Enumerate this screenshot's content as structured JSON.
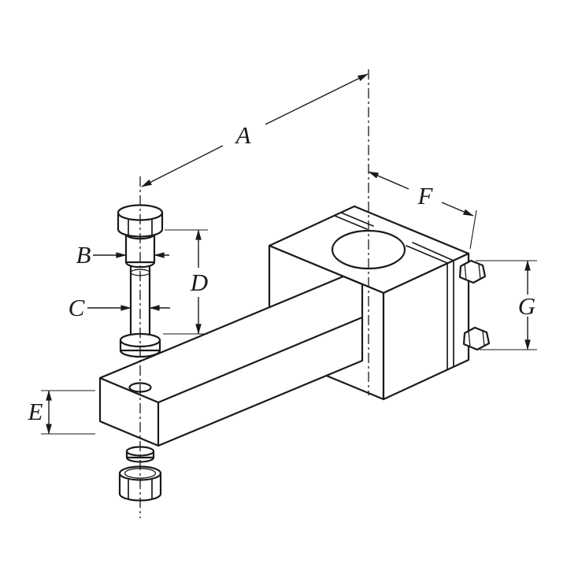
{
  "drawing": {
    "dimension_labels": {
      "a": "A",
      "b": "B",
      "c": "C",
      "d": "D",
      "e": "E",
      "f": "F",
      "g": "G"
    },
    "colors": {
      "line": "#1a1a1a",
      "background": "#ffffff"
    }
  }
}
